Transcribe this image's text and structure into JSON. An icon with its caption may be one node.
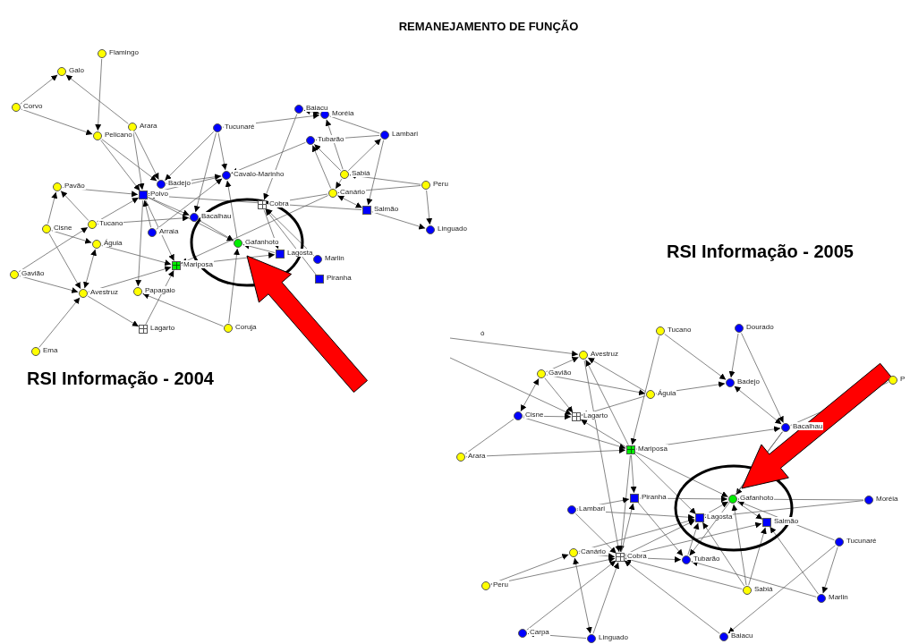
{
  "diagram": {
    "title": "REMANEJAMENTO DE FUNÇÃO",
    "nodes": [
      {
        "text": [],
        "shape": "circle",
        "beside": [
          "Flamingo"
        ]
      },
      {
        "text": [],
        "shape": "circle",
        "beside": [
          "Galo"
        ]
      },
      {
        "text": [],
        "shape": "circle",
        "beside": [
          "Corvo"
        ]
      },
      {
        "text": [],
        "shape": "circle",
        "beside": [
          "Arara"
        ]
      },
      {
        "text": [],
        "shape": "circle",
        "beside": [
          "Pelicano"
        ]
      },
      {
        "text": [],
        "shape": "circle",
        "beside": [
          "Tucunaré"
        ]
      },
      {
        "text": [],
        "shape": "circle",
        "beside": [
          "Baiacu"
        ]
      },
      {
        "text": [],
        "shape": "circle",
        "beside": [
          "Moréia"
        ]
      },
      {
        "text": [],
        "shape": "circle",
        "beside": [
          "Tubarão"
        ]
      },
      {
        "text": [],
        "shape": "circle",
        "beside": [
          "Lambari"
        ]
      },
      {
        "text": [],
        "shape": "circle",
        "beside": [
          "Badejo"
        ]
      },
      {
        "text": [],
        "shape": "circle",
        "beside": [
          "Cavalo-Marinho"
        ]
      },
      {
        "text": [],
        "shape": "circle",
        "beside": [
          "Sabiá"
        ]
      },
      {
        "text": [],
        "shape": "circle",
        "beside": [
          "Peru"
        ]
      },
      {
        "text": [],
        "shape": "circle",
        "beside": [
          "Pavão"
        ]
      },
      {
        "text": [],
        "shape": "box",
        "beside": [
          "Polvo"
        ]
      },
      {
        "text": [],
        "shape": "circle",
        "beside": [
          "Canário"
        ]
      },
      {
        "text": [],
        "shape": "box",
        "beside": [
          "Cobra"
        ]
      },
      {
        "text": [],
        "shape": "circle",
        "beside": [
          "Bacalhau"
        ]
      },
      {
        "text": [],
        "shape": "box",
        "beside": [
          "Salmão"
        ]
      },
      {
        "text": [],
        "shape": "circle",
        "beside": [
          "Cisne"
        ]
      },
      {
        "text": [],
        "shape": "circle",
        "beside": [
          "Tucano"
        ]
      },
      {
        "text": [],
        "shape": "circle",
        "beside": [
          "Arraia"
        ]
      },
      {
        "text": [],
        "shape": "circle",
        "beside": [
          "Linguado"
        ]
      },
      {
        "text": [],
        "shape": "circle",
        "beside": [
          "Águia"
        ]
      },
      {
        "text": [],
        "shape": "circle",
        "beside": [
          "Gafanhoto"
        ]
      },
      {
        "text": [],
        "shape": "box",
        "beside": [
          "Lagosta"
        ]
      },
      {
        "text": [],
        "shape": "circle",
        "beside": [
          "Marlin"
        ]
      },
      {
        "text": [],
        "shape": "box",
        "beside": [
          "Mariposa"
        ]
      },
      {
        "text": [],
        "shape": "circle",
        "beside": [
          "Gavião"
        ]
      },
      {
        "text": [],
        "shape": "box",
        "beside": [
          "Piranha"
        ]
      },
      {
        "text": [],
        "shape": "circle",
        "beside": [
          "Papagaio"
        ]
      },
      {
        "text": [],
        "shape": "circle",
        "beside": [
          "Avestruz"
        ]
      },
      {
        "text": [],
        "shape": "box",
        "beside": [
          "Lagarto"
        ]
      },
      {
        "text": [],
        "shape": "circle",
        "beside": [
          "Coruja"
        ]
      },
      {
        "text": [],
        "shape": "circle",
        "beside": [
          "Ema"
        ]
      },
      {
        "text": [],
        "shape": "circle",
        "beside": [
          "Tucano"
        ]
      },
      {
        "text": [],
        "shape": "circle",
        "beside": [
          "Dourado"
        ]
      },
      {
        "text": [],
        "shape": "circle",
        "beside": [
          "Avestruz"
        ]
      },
      {
        "text": [],
        "shape": "circle",
        "beside": [
          "Gavião"
        ]
      },
      {
        "text": [],
        "shape": "circle",
        "beside": [
          "Badejo"
        ]
      },
      {
        "text": [],
        "shape": "circle",
        "beside": [
          "P"
        ]
      },
      {
        "text": [],
        "shape": "circle",
        "beside": [
          "Águia"
        ]
      },
      {
        "text": [],
        "shape": "circle",
        "beside": [
          "Cisne"
        ]
      },
      {
        "text": [],
        "shape": "box",
        "beside": [
          "Lagarto"
        ]
      },
      {
        "text": [],
        "shape": "circle",
        "beside": [
          "Bacalhau"
        ]
      },
      {
        "text": [],
        "shape": "circle",
        "beside": [
          "Arara"
        ]
      },
      {
        "text": [],
        "shape": "box",
        "beside": [
          "Mariposa"
        ]
      },
      {
        "text": [],
        "shape": "box",
        "beside": [
          "Piranha"
        ]
      },
      {
        "text": [],
        "shape": "circle",
        "beside": [
          "Gafanhoto"
        ]
      },
      {
        "text": [],
        "shape": "circle",
        "beside": [
          "Moréia"
        ]
      },
      {
        "text": [],
        "shape": "circle",
        "beside": [
          "Lambari"
        ]
      },
      {
        "text": [],
        "shape": "box",
        "beside": [
          "Lagosta"
        ]
      },
      {
        "text": [],
        "shape": "box",
        "beside": [
          "Salmão"
        ]
      },
      {
        "text": [],
        "shape": "circle",
        "beside": [
          "Tucunaré"
        ]
      },
      {
        "text": [],
        "shape": "circle",
        "beside": [
          "Canário"
        ]
      },
      {
        "text": [],
        "shape": "box",
        "beside": [
          "Cobra"
        ]
      },
      {
        "text": [],
        "shape": "circle",
        "beside": [
          "Tubarão"
        ]
      },
      {
        "text": [],
        "shape": "circle",
        "beside": [
          "Peru"
        ]
      },
      {
        "text": [],
        "shape": "circle",
        "beside": [
          "Sabiá"
        ]
      },
      {
        "text": [],
        "shape": "circle",
        "beside": [
          "Marlin"
        ]
      },
      {
        "text": [],
        "shape": "circle",
        "beside": [
          "Carpa"
        ]
      },
      {
        "text": [],
        "shape": "circle",
        "beside": [
          "Linguado"
        ]
      },
      {
        "text": [],
        "shape": "circle",
        "beside": [
          "Baiacu"
        ]
      }
    ],
    "edges": [
      {
        "from": 2,
        "to": 1,
        "arrow": "to"
      },
      {
        "from": 3,
        "to": 1,
        "arrow": "to"
      },
      {
        "from": 2,
        "to": 4,
        "arrow": "to"
      },
      {
        "from": 0,
        "to": 4,
        "arrow": "to"
      },
      {
        "from": 4,
        "to": 10,
        "arrow": "to"
      },
      {
        "from": 4,
        "to": 15,
        "arrow": "to"
      },
      {
        "from": 3,
        "to": 15,
        "arrow": "to"
      },
      {
        "from": 3,
        "to": 10,
        "arrow": "to"
      },
      {
        "from": 5,
        "to": 10,
        "arrow": "to"
      },
      {
        "from": 5,
        "to": 11,
        "arrow": "to"
      },
      {
        "from": 5,
        "to": 18,
        "arrow": "to"
      },
      {
        "from": 5,
        "to": 7,
        "arrow": "to"
      },
      {
        "from": 6,
        "to": 7,
        "arrow": "both"
      },
      {
        "from": 6,
        "to": 17,
        "arrow": "to"
      },
      {
        "from": 9,
        "to": 7,
        "arrow": "none"
      },
      {
        "from": 12,
        "to": 7,
        "arrow": "to"
      },
      {
        "from": 12,
        "to": 8,
        "arrow": "to"
      },
      {
        "from": 16,
        "to": 8,
        "arrow": "to"
      },
      {
        "from": 9,
        "to": 8,
        "arrow": "to"
      },
      {
        "from": 12,
        "to": 9,
        "arrow": "to"
      },
      {
        "from": 9,
        "to": 19,
        "arrow": "to"
      },
      {
        "from": 13,
        "to": 12,
        "arrow": "to"
      },
      {
        "from": 13,
        "to": 16,
        "arrow": "to"
      },
      {
        "from": 13,
        "to": 23,
        "arrow": "to"
      },
      {
        "from": 19,
        "to": 23,
        "arrow": "to"
      },
      {
        "from": 16,
        "to": 19,
        "arrow": "both"
      },
      {
        "from": 16,
        "to": 17,
        "arrow": "to"
      },
      {
        "from": 12,
        "to": 16,
        "arrow": "to"
      },
      {
        "from": 8,
        "to": 11,
        "arrow": "to"
      },
      {
        "from": 11,
        "to": 15,
        "arrow": "to"
      },
      {
        "from": 10,
        "to": 11,
        "arrow": "to"
      },
      {
        "from": 15,
        "to": 18,
        "arrow": "to"
      },
      {
        "from": 18,
        "to": 25,
        "arrow": "to"
      },
      {
        "from": 15,
        "to": 25,
        "arrow": "to"
      },
      {
        "from": 25,
        "to": 11,
        "arrow": "to"
      },
      {
        "from": 19,
        "to": 15,
        "arrow": "to"
      },
      {
        "from": 17,
        "to": 26,
        "arrow": "to"
      },
      {
        "from": 26,
        "to": 25,
        "arrow": "to"
      },
      {
        "from": 30,
        "to": 17,
        "arrow": "to"
      },
      {
        "from": 27,
        "to": 17,
        "arrow": "to"
      },
      {
        "from": 14,
        "to": 15,
        "arrow": "to"
      },
      {
        "from": 20,
        "to": 14,
        "arrow": "to"
      },
      {
        "from": 21,
        "to": 14,
        "arrow": "to"
      },
      {
        "from": 21,
        "to": 15,
        "arrow": "to"
      },
      {
        "from": 20,
        "to": 24,
        "arrow": "to"
      },
      {
        "from": 24,
        "to": 32,
        "arrow": "both"
      },
      {
        "from": 20,
        "to": 32,
        "arrow": "to"
      },
      {
        "from": 29,
        "to": 32,
        "arrow": "to"
      },
      {
        "from": 35,
        "to": 32,
        "arrow": "to"
      },
      {
        "from": 32,
        "to": 33,
        "arrow": "to"
      },
      {
        "from": 32,
        "to": 28,
        "arrow": "to"
      },
      {
        "from": 24,
        "to": 28,
        "arrow": "to"
      },
      {
        "from": 33,
        "to": 28,
        "arrow": "to"
      },
      {
        "from": 15,
        "to": 31,
        "arrow": "to"
      },
      {
        "from": 34,
        "to": 31,
        "arrow": "to"
      },
      {
        "from": 34,
        "to": 25,
        "arrow": "to"
      },
      {
        "from": 22,
        "to": 15,
        "arrow": "to"
      },
      {
        "from": 15,
        "to": 28,
        "arrow": "to"
      },
      {
        "from": 28,
        "to": 26,
        "arrow": "to"
      },
      {
        "from": 29,
        "to": 21,
        "arrow": "to"
      },
      {
        "from": 22,
        "to": 11,
        "arrow": "to"
      },
      {
        "from": 16,
        "to": 28,
        "arrow": "to"
      },
      {
        "from": 21,
        "to": 18,
        "arrow": "to"
      },
      {
        "from": 37,
        "to": 40,
        "arrow": "to"
      },
      {
        "from": 36,
        "to": 40,
        "arrow": "to"
      },
      {
        "from": 37,
        "to": 45,
        "arrow": "to"
      },
      {
        "from": 42,
        "to": 40,
        "arrow": "to"
      },
      {
        "from": 40,
        "to": 45,
        "arrow": "both"
      },
      {
        "from": 41,
        "to": 45,
        "arrow": "none"
      },
      {
        "from": 47,
        "to": 45,
        "arrow": "to"
      },
      {
        "from": 45,
        "to": 49,
        "arrow": "to"
      },
      {
        "from": null,
        "to": 38,
        "arrow": "to"
      },
      {
        "from": null,
        "to": 44,
        "arrow": "to"
      },
      {
        "from": 39,
        "to": 38,
        "arrow": "to"
      },
      {
        "from": 43,
        "to": 39,
        "arrow": "both"
      },
      {
        "from": 43,
        "to": 44,
        "arrow": "to"
      },
      {
        "from": 39,
        "to": 44,
        "arrow": "to"
      },
      {
        "from": 39,
        "to": 42,
        "arrow": "to"
      },
      {
        "from": 42,
        "to": 38,
        "arrow": "to"
      },
      {
        "from": 42,
        "to": 44,
        "arrow": "to"
      },
      {
        "from": 47,
        "to": 44,
        "arrow": "to"
      },
      {
        "from": 47,
        "to": 38,
        "arrow": "to"
      },
      {
        "from": 36,
        "to": 47,
        "arrow": "to"
      },
      {
        "from": 46,
        "to": 43,
        "arrow": "none"
      },
      {
        "from": 46,
        "to": 47,
        "arrow": "to"
      },
      {
        "from": 43,
        "to": 47,
        "arrow": "to"
      },
      {
        "from": 38,
        "to": 56,
        "arrow": "to"
      },
      {
        "from": 47,
        "to": 48,
        "arrow": "to"
      },
      {
        "from": 47,
        "to": 56,
        "arrow": "to"
      },
      {
        "from": 47,
        "to": 49,
        "arrow": "to"
      },
      {
        "from": 47,
        "to": 52,
        "arrow": "to"
      },
      {
        "from": 51,
        "to": 48,
        "arrow": "to"
      },
      {
        "from": 51,
        "to": 52,
        "arrow": "to"
      },
      {
        "from": 51,
        "to": 56,
        "arrow": "to"
      },
      {
        "from": 48,
        "to": 49,
        "arrow": "to"
      },
      {
        "from": 48,
        "to": 57,
        "arrow": "to"
      },
      {
        "from": 50,
        "to": 49,
        "arrow": "to"
      },
      {
        "from": 50,
        "to": 52,
        "arrow": "to"
      },
      {
        "from": 49,
        "to": 53,
        "arrow": "to"
      },
      {
        "from": 52,
        "to": 49,
        "arrow": "to"
      },
      {
        "from": 54,
        "to": 49,
        "arrow": "to"
      },
      {
        "from": 54,
        "to": 60,
        "arrow": "to"
      },
      {
        "from": 54,
        "to": 63,
        "arrow": "to"
      },
      {
        "from": 59,
        "to": 49,
        "arrow": "to"
      },
      {
        "from": 59,
        "to": 53,
        "arrow": "to"
      },
      {
        "from": 59,
        "to": 52,
        "arrow": "to"
      },
      {
        "from": 59,
        "to": 56,
        "arrow": "to"
      },
      {
        "from": 60,
        "to": 53,
        "arrow": "to"
      },
      {
        "from": 60,
        "to": 57,
        "arrow": "to"
      },
      {
        "from": 55,
        "to": 56,
        "arrow": "to"
      },
      {
        "from": 58,
        "to": 55,
        "arrow": "to"
      },
      {
        "from": 58,
        "to": 56,
        "arrow": "to"
      },
      {
        "from": 55,
        "to": 62,
        "arrow": "both"
      },
      {
        "from": 62,
        "to": 61,
        "arrow": "to"
      },
      {
        "from": 61,
        "to": 56,
        "arrow": "to"
      },
      {
        "from": 62,
        "to": 56,
        "arrow": "to"
      },
      {
        "from": 63,
        "to": 56,
        "arrow": "to"
      },
      {
        "from": 56,
        "to": 57,
        "arrow": "to"
      },
      {
        "from": 57,
        "to": 52,
        "arrow": "to"
      },
      {
        "from": 56,
        "to": 53,
        "arrow": "to"
      },
      {
        "from": 56,
        "to": 52,
        "arrow": "to"
      },
      {
        "from": 56,
        "to": 48,
        "arrow": "to"
      },
      {
        "from": 55,
        "to": 52,
        "arrow": "to"
      },
      {
        "from": 45,
        "to": 57,
        "arrow": "to"
      }
    ],
    "labels": [
      "RSI Informação - 2004",
      "RSI Informação - 2005",
      "ó"
    ]
  }
}
